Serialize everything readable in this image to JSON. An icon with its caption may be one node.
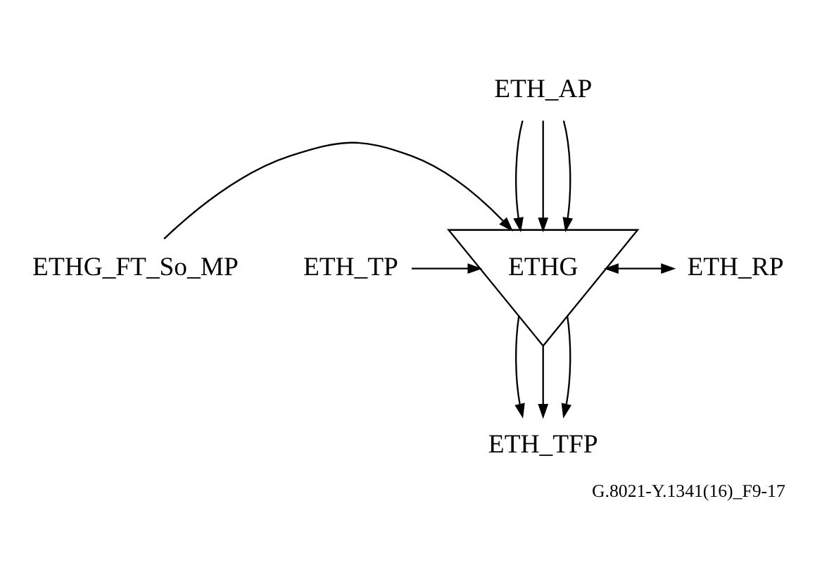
{
  "diagram": {
    "caption": "G.8021-Y.1341(16)_F9-17",
    "nodes": [
      {
        "text": [
          "ETH_AP"
        ]
      },
      {
        "text": [
          "ETHG_FT_So_MP"
        ]
      },
      {
        "text": [
          "ETHG"
        ]
      },
      {
        "text": [
          "ETH_RP"
        ]
      },
      {
        "text": [
          "ETH_TP"
        ]
      },
      {
        "text": [
          "ETH_TFP"
        ]
      }
    ],
    "edges": [
      {
        "from": 0,
        "to": 2,
        "arrow": "to"
      },
      {
        "from": 0,
        "to": 2,
        "arrow": "to"
      },
      {
        "from": 0,
        "to": 2,
        "arrow": "to"
      },
      {
        "from": 1,
        "to": 2,
        "arrow": "to"
      },
      {
        "from": 2,
        "to": 3,
        "arrow": "both"
      },
      {
        "from": 4,
        "to": 2,
        "arrow": "to"
      },
      {
        "from": 2,
        "to": 5,
        "arrow": "to"
      },
      {
        "from": 2,
        "to": 5,
        "arrow": "to"
      },
      {
        "from": 2,
        "to": 5,
        "arrow": "to"
      }
    ]
  }
}
